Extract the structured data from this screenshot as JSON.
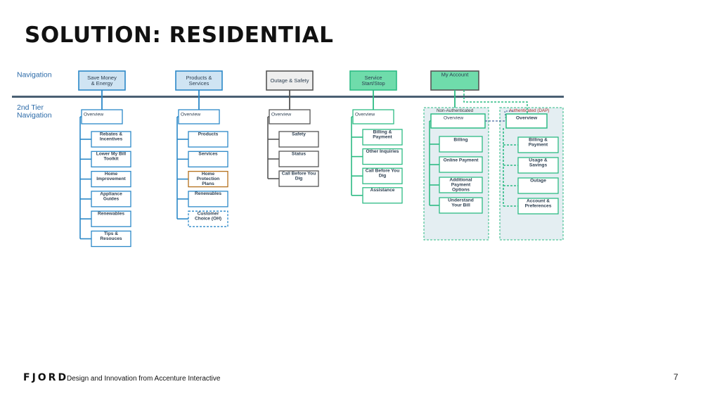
{
  "slide": {
    "title": "SOLUTION: RESIDENTIAL",
    "page_number": "7",
    "footer_logo": "FJORD",
    "footer_tagline": "Design and Innovation from Accenture Interactive"
  },
  "row_labels": {
    "navigation": "Navigation",
    "second_tier": [
      "2nd Tier",
      "Navigation"
    ]
  },
  "colors": {
    "blue": "#2b88c8",
    "gray": "#555555",
    "green": "#2dbb84",
    "bar": "#4a6073"
  },
  "columns": [
    {
      "id": "save-money",
      "color": "blue",
      "nav_fill": "#cfe4f3",
      "nav_label": [
        "Save Money",
        "& Energy"
      ],
      "overview": "Overview",
      "children": [
        {
          "label": [
            "Rebates &",
            "Incentives"
          ]
        },
        {
          "label": [
            "Lower My Bill",
            "Toolkit"
          ]
        },
        {
          "label": [
            "Home",
            "Improvement"
          ]
        },
        {
          "label": [
            "Appliance",
            "Guides"
          ]
        },
        {
          "label": [
            "Renewables"
          ]
        },
        {
          "label": [
            "Tips &",
            "Resouces"
          ]
        }
      ]
    },
    {
      "id": "products-services",
      "color": "blue",
      "nav_fill": "#cfe4f3",
      "nav_label": [
        "Products &",
        "Services"
      ],
      "overview": "Overview",
      "children": [
        {
          "label": [
            "Products"
          ]
        },
        {
          "label": [
            "Services"
          ]
        },
        {
          "label": [
            "Home",
            "Protection",
            "Plans"
          ],
          "highlight": true
        },
        {
          "label": [
            "Renewables"
          ]
        },
        {
          "label": [
            "Customer",
            "Choice (OH)"
          ],
          "dashed": true
        }
      ]
    },
    {
      "id": "outage-safety",
      "color": "gray",
      "nav_fill": "#eeeeee",
      "nav_label": [
        "Outage & Safety"
      ],
      "overview": "Overview",
      "children": [
        {
          "label": [
            "Safety"
          ]
        },
        {
          "label": [
            "Status"
          ]
        },
        {
          "label": [
            "Call Before You",
            "Dig"
          ]
        }
      ]
    },
    {
      "id": "service-start-stop",
      "color": "green",
      "nav_fill": "#6fdcab",
      "nav_label": [
        "Service",
        "Start/Stop"
      ],
      "overview": "Overview",
      "children": [
        {
          "label": [
            "Billing &",
            "Payment"
          ]
        },
        {
          "label": [
            "Other Inquiries"
          ]
        },
        {
          "label": [
            "Call Before You",
            "Dig"
          ]
        },
        {
          "label": [
            "Assistance"
          ]
        }
      ]
    }
  ],
  "my_account": {
    "nav_label": "My Account",
    "nav_fill": "#6fdcab",
    "non_authenticated": {
      "label": "Non-Authenticated",
      "overview": "Overview",
      "children": [
        {
          "label": [
            "Billing"
          ]
        },
        {
          "label": [
            "Online Payment"
          ]
        },
        {
          "label": [
            "Additional",
            "Payment",
            "Options"
          ]
        },
        {
          "label": [
            "Understand",
            "Your Bill"
          ]
        }
      ]
    },
    "authenticated": {
      "label": "Authenticated (DAP)",
      "overview": "Overview",
      "children": [
        {
          "label": [
            "Billing &",
            "Payment"
          ]
        },
        {
          "label": [
            "Usage &",
            "Savings"
          ]
        },
        {
          "label": [
            "Outage"
          ]
        },
        {
          "label": [
            "Account &",
            "Preferences"
          ]
        }
      ]
    }
  }
}
